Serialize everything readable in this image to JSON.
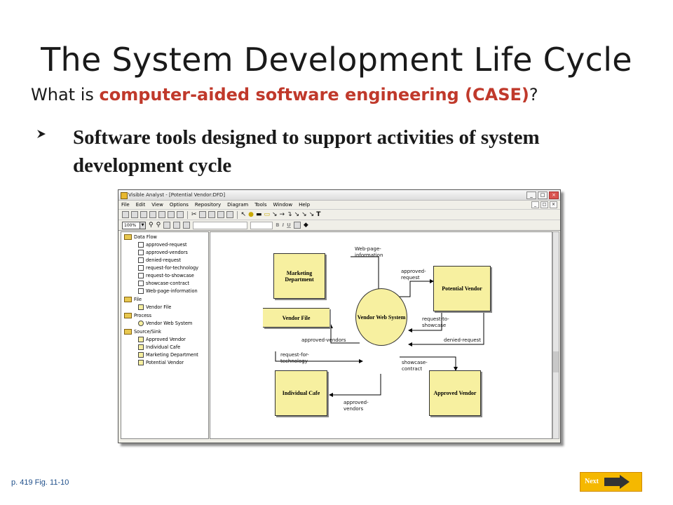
{
  "slide": {
    "title": "The System Development Life Cycle",
    "subtitle_prefix": "What is ",
    "subtitle_highlight": "computer-aided software engineering (CASE)",
    "subtitle_suffix": "?",
    "bullet": "Software tools designed to support activities of system development cycle",
    "footnote": "p. 419 Fig. 11-10",
    "next_label": "Next",
    "colors": {
      "highlight": "#c0392b",
      "next_button": "#f5b800",
      "diagram_fill": "#f7f0a0"
    }
  },
  "window": {
    "title": "Visible Analyst - [Potential Vendor:DFD]",
    "controls": [
      "_",
      "□",
      "×"
    ],
    "menu": [
      "File",
      "Edit",
      "View",
      "Options",
      "Repository",
      "Diagram",
      "Tools",
      "Window",
      "Help"
    ],
    "zoom": "100%",
    "format_buttons": [
      "B",
      "I",
      "U"
    ]
  },
  "tree": {
    "groups": [
      {
        "label": "Data Flow",
        "items": [
          "approved-request",
          "approved-vendors",
          "denied-request",
          "request-for-technology",
          "request-to-showcase",
          "showcase-contract",
          "Web-page-information"
        ]
      },
      {
        "label": "File",
        "items": [
          "Vendor File"
        ]
      },
      {
        "label": "Process",
        "items": [
          "Vendor Web System"
        ]
      },
      {
        "label": "Source/Sink",
        "items": [
          "Approved Vendor",
          "Individual Cafe",
          "Marketing Department",
          "Potential Vendor"
        ]
      }
    ]
  },
  "diagram": {
    "entities": {
      "marketing": "Marketing Department",
      "potential_vendor": "Potential Vendor",
      "vendor_file": "Vendor File",
      "process": "Vendor Web System",
      "individual_cafe": "Individual Cafe",
      "approved_vendor": "Approved Vendor"
    },
    "flows": {
      "web_page": "Web-page-information",
      "approved_request": "approved-request",
      "request_showcase": "request-to-showcase",
      "denied_request": "denied-request",
      "approved_vendors_file": "approved-vendors",
      "request_tech": "request-for-technology",
      "showcase_contract": "showcase-contract",
      "approved_vendors_cafe": "approved-vendors"
    }
  }
}
